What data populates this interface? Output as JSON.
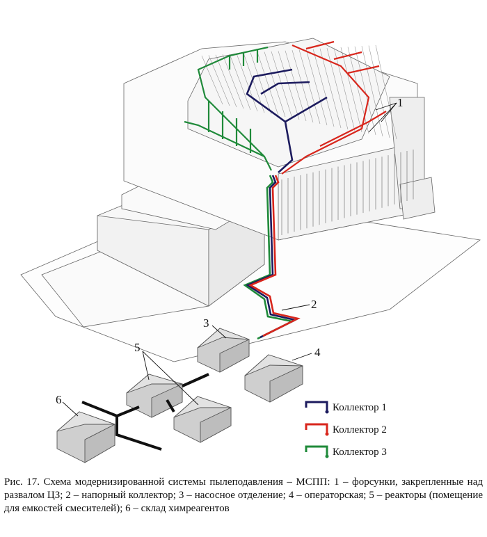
{
  "figure": {
    "callouts": {
      "n1": "1",
      "n2": "2",
      "n3": "3",
      "n4": "4",
      "n5": "5",
      "n6": "6"
    },
    "legend": [
      {
        "label": "Коллектор 1",
        "color": "#1c1b5e"
      },
      {
        "label": "Коллектор 2",
        "color": "#d8261c"
      },
      {
        "label": "Коллектор 3",
        "color": "#1f8a3a"
      }
    ],
    "colors": {
      "collector1": "#1c1b5e",
      "collector2": "#d8261c",
      "collector3": "#1f8a3a",
      "building_fill": "#cfcfcf",
      "outline": "#555555"
    }
  },
  "caption": {
    "text": "Рис. 17. Схема модернизированной системы пылеподавления – МСПП: 1 – форсунки, закрепленные над развалом ЦЗ; 2 – напорный коллектор; 3 – насосное отделение; 4 – операторская; 5 – реакторы (помещение для емкостей смесителей); 6 – склад химреагентов"
  }
}
